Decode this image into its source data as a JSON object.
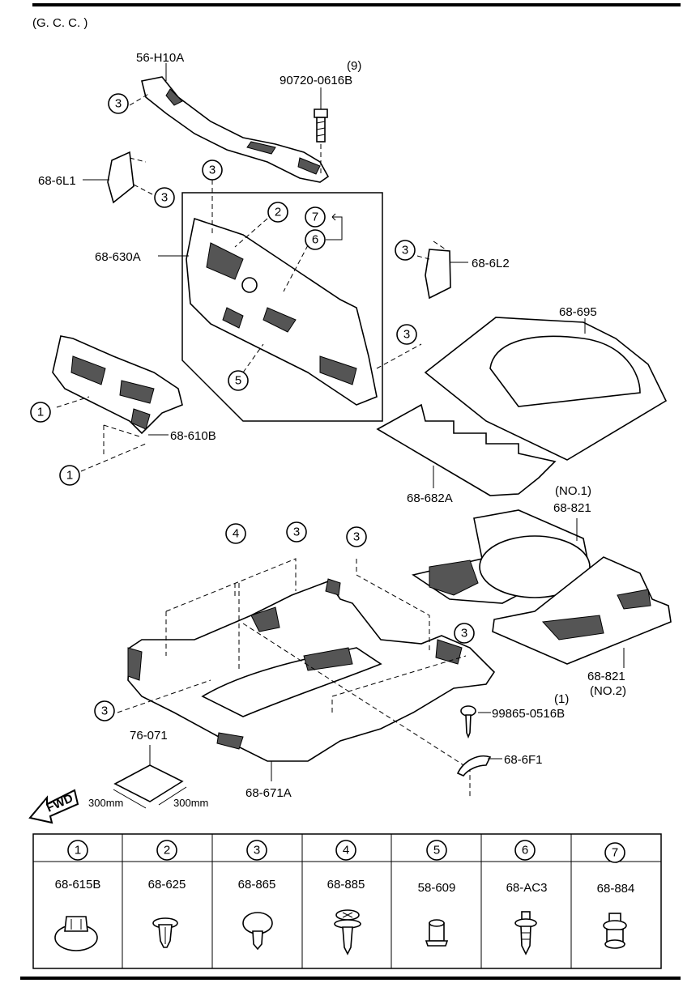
{
  "header": {
    "region": "(G. C. C. )"
  },
  "part_labels": {
    "p56h10a": "56-H10A",
    "p90720_qty": "(9)",
    "p90720": "90720-0616B",
    "p686l1": "68-6L1",
    "p68630a": "68-630A",
    "p686l2": "68-6L2",
    "p68695": "68-695",
    "p68610b": "68-610B",
    "p68682a": "68-682A",
    "p68821_no1": "(NO.1)",
    "p68821_a": "68-821",
    "p68821_b": "68-821",
    "p68821_no2": "(NO.2)",
    "p99865_qty": "(1)",
    "p99865": "99865-0516B",
    "p686f1": "68-6F1",
    "p76071": "76-071",
    "p68671a": "68-671A",
    "dim_a": "300mm",
    "dim_b": "300mm",
    "fwd": "FWD"
  },
  "callout_numbers": {
    "c1": "1",
    "c2": "2",
    "c3": "3",
    "c4": "4",
    "c5": "5",
    "c6": "6",
    "c7": "7"
  },
  "fastener_table": {
    "columns": [
      {
        "num": "1",
        "part": "68-615B",
        "icon": "push-clip-round-icon"
      },
      {
        "num": "2",
        "part": "68-625",
        "icon": "push-pin-clip-icon"
      },
      {
        "num": "3",
        "part": "68-865",
        "icon": "mushroom-clip-icon"
      },
      {
        "num": "4",
        "part": "68-885",
        "icon": "screw-rivet-icon"
      },
      {
        "num": "5",
        "part": "58-609",
        "icon": "grommet-clip-icon"
      },
      {
        "num": "6",
        "part": "68-AC3",
        "icon": "christmas-tree-clip-icon"
      },
      {
        "num": "7",
        "part": "68-884",
        "icon": "stepped-clip-icon"
      }
    ]
  }
}
